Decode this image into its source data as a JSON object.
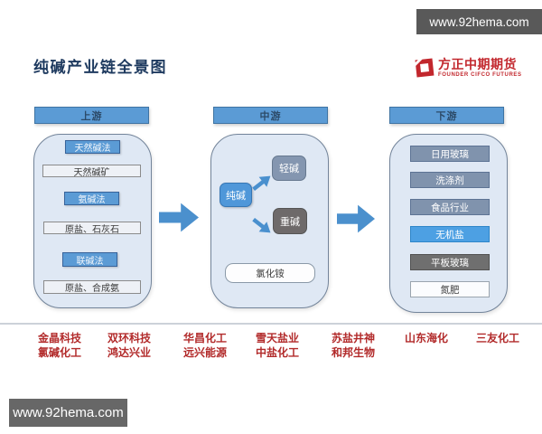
{
  "watermarks": {
    "top": "www.92hema.com",
    "bottom": "www.92hema.com"
  },
  "title": "纯碱产业链全景图",
  "logo": {
    "name": "方正中期期货",
    "subtitle": "FOUNDER CIFCO FUTURES"
  },
  "sections": {
    "upstream": {
      "header": "上游",
      "items": [
        {
          "label": "天然碱法",
          "type": "method"
        },
        {
          "label": "天然碱矿",
          "type": "material"
        },
        {
          "label": "氨碱法",
          "type": "method"
        },
        {
          "label": "原盐、石灰石",
          "type": "material"
        },
        {
          "label": "联碱法",
          "type": "method"
        },
        {
          "label": "原盐、合成氨",
          "type": "material"
        }
      ]
    },
    "midstream": {
      "header": "中游",
      "product": "纯碱",
      "outputs": [
        "轻碱",
        "重碱"
      ],
      "byproduct": "氯化铵"
    },
    "downstream": {
      "header": "下游",
      "items": [
        "日用玻璃",
        "洗涤剂",
        "食品行业",
        "无机盐",
        "平板玻璃",
        "氮肥"
      ]
    }
  },
  "companies": [
    {
      "line1": "金晶科技",
      "line2": "氯碱化工"
    },
    {
      "line1": "双环科技",
      "line2": "鸿达兴业"
    },
    {
      "line1": "华昌化工",
      "line2": "远兴能源"
    },
    {
      "line1": "雪天盐业",
      "line2": "中盐化工"
    },
    {
      "line1": "苏盐井神",
      "line2": "和邦生物"
    },
    {
      "line1": "山东海化",
      "line2": ""
    },
    {
      "line1": "三友化工",
      "line2": ""
    }
  ],
  "colors": {
    "stage_bar": "#5b9bd5",
    "panel_bg": "#dfe8f4",
    "method_box": "#5b9bd5",
    "product_box": "#4f97d9",
    "light_soda_box": "#8496b0",
    "dense_soda_box": "#6e6a6a",
    "downstream_box": "#8093ad",
    "highlight_box": "#4da0e3",
    "dark_box": "#6f6f6f",
    "arrow": "#4b90cd",
    "company_text": "#b22a2a",
    "logo_red": "#c2272d",
    "watermark_bg": "#595959"
  }
}
